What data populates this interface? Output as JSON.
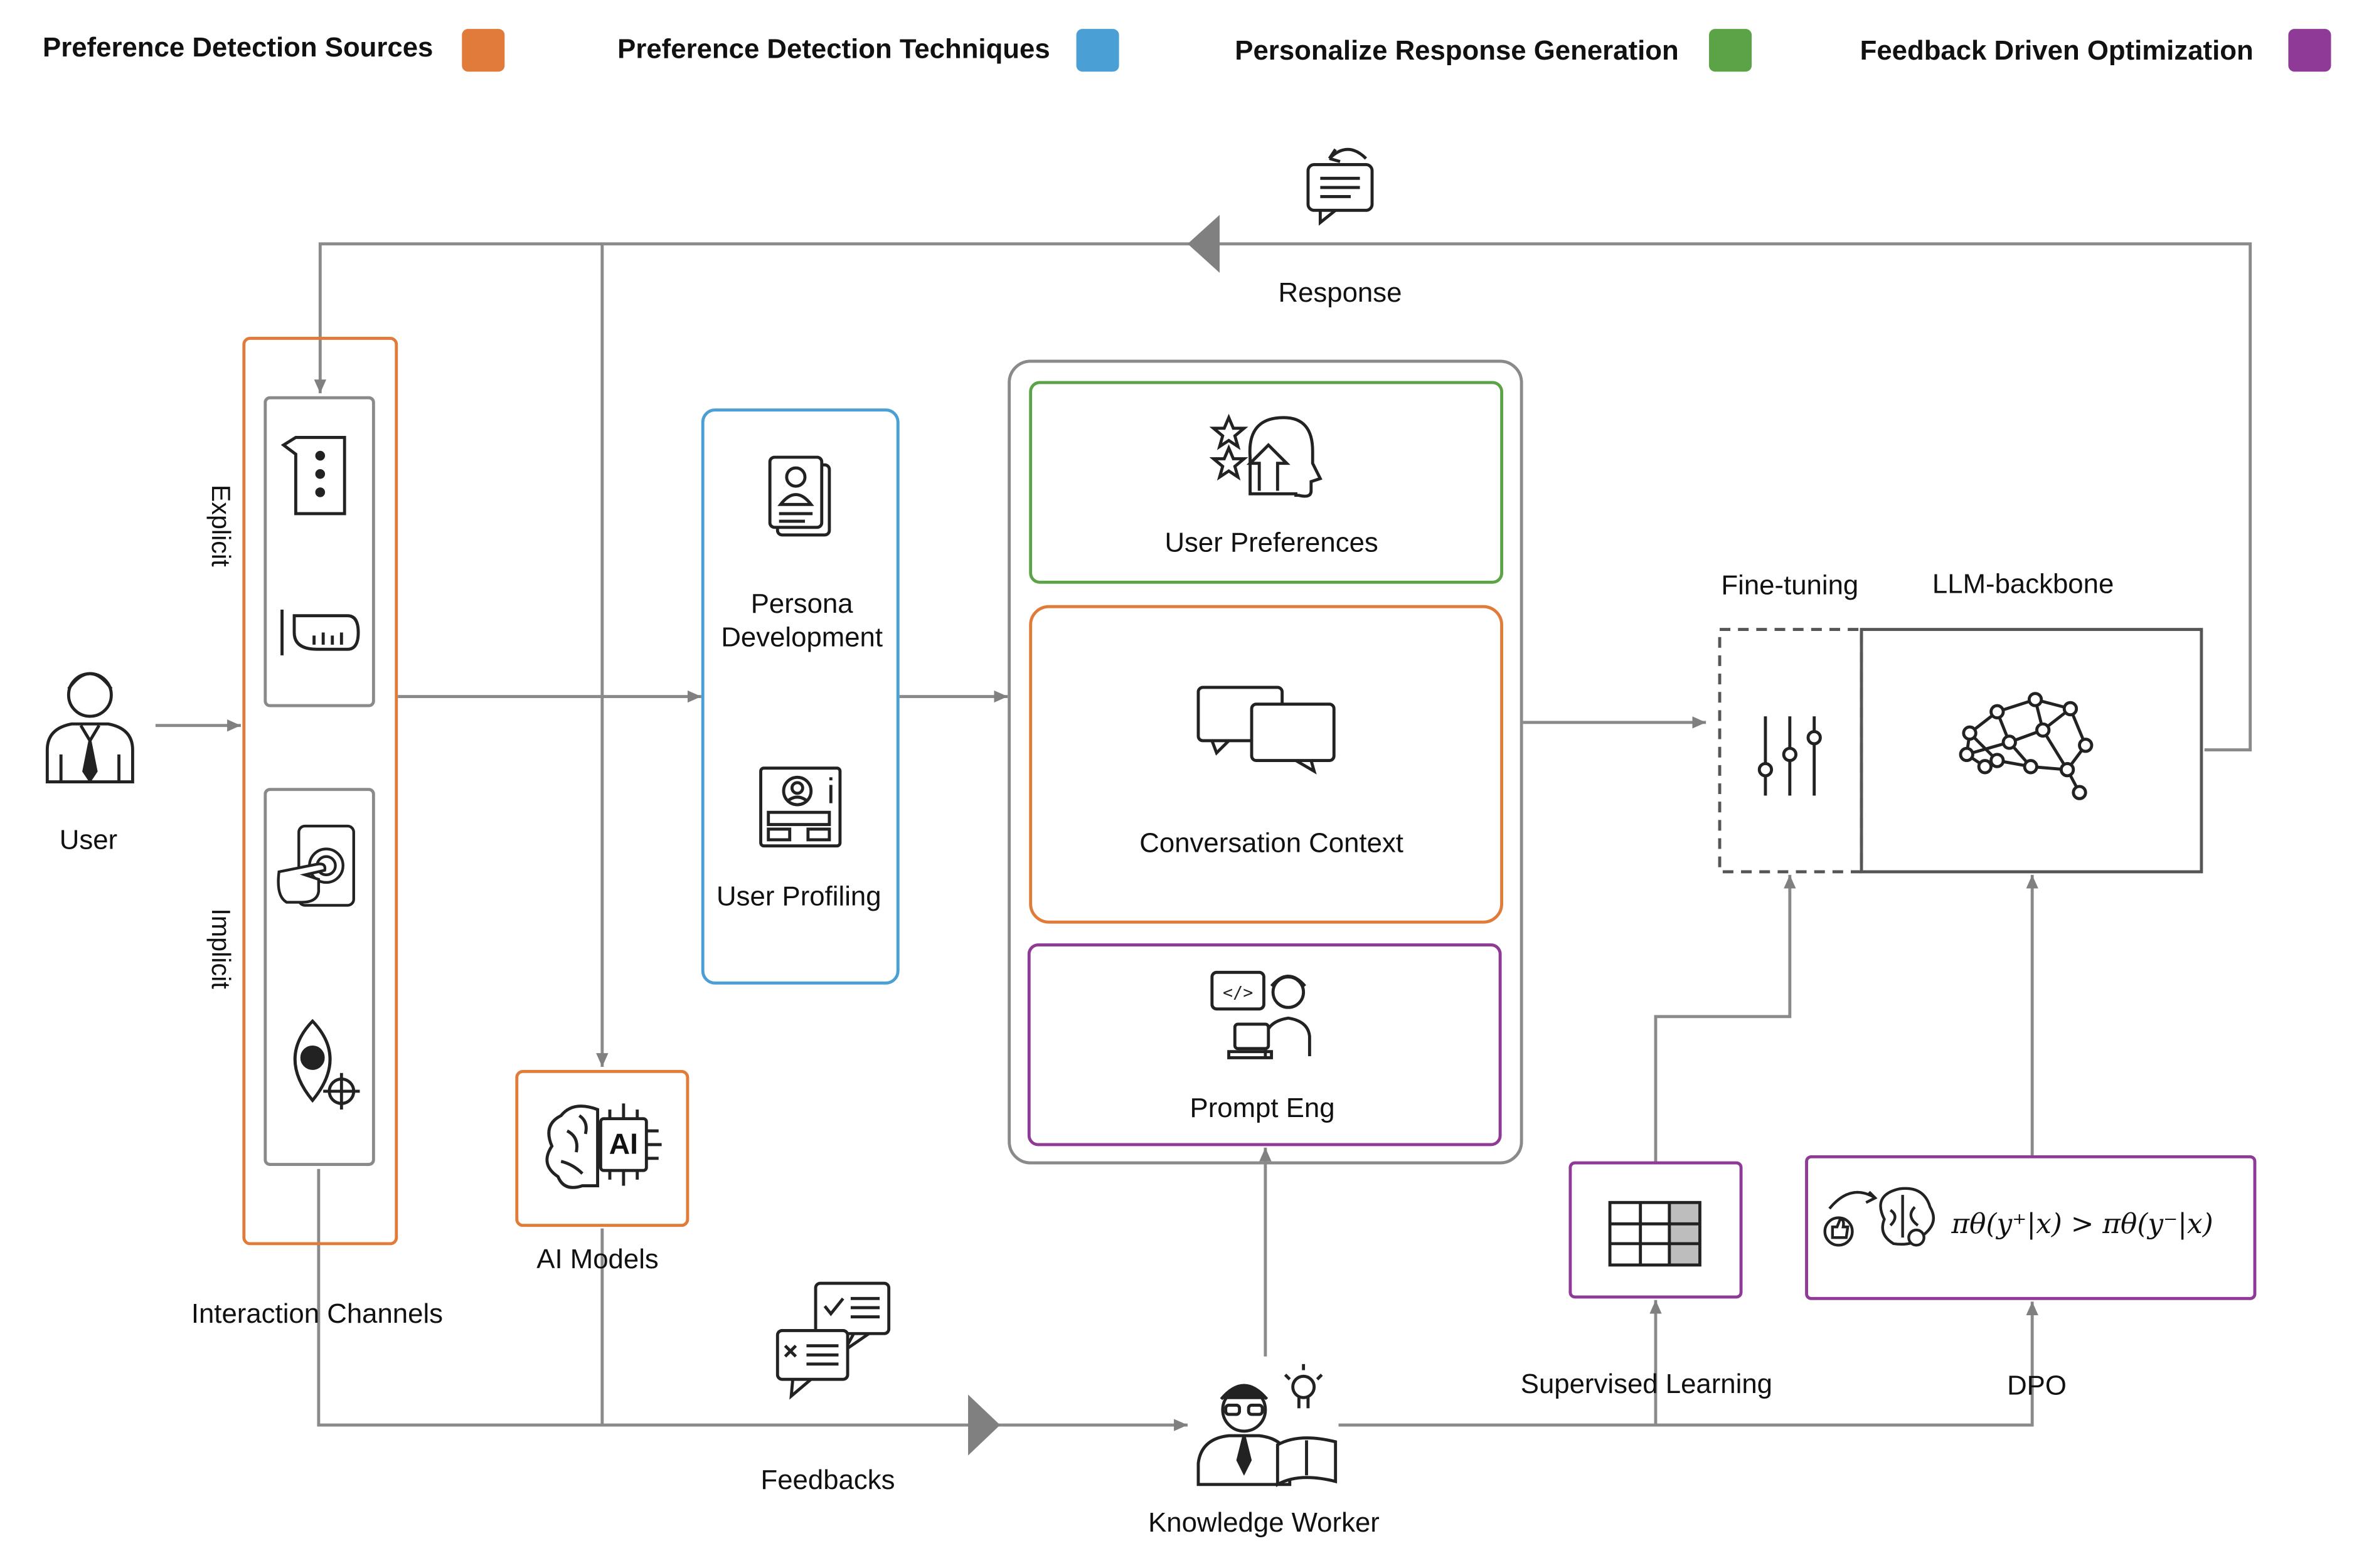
{
  "legend": [
    {
      "label": "Preference Detection Sources",
      "color": "#E07B39"
    },
    {
      "label": "Preference Detection Techniques",
      "color": "#4A9FD5"
    },
    {
      "label": "Personalize Response Generation",
      "color": "#5BA346"
    },
    {
      "label": "Feedback Driven Optimization",
      "color": "#8E3A96"
    }
  ],
  "labels": {
    "response": "Response",
    "user": "User",
    "explicit": "Explicit",
    "implicit": "Implicit",
    "interaction_channels": "Interaction Channels",
    "ai_models": "AI Models",
    "persona_line1": "Persona",
    "persona_line2": "Development",
    "user_profiling": "User Profiling",
    "user_preferences": "User Preferences",
    "conversation_context": "Conversation Context",
    "prompt_eng": "Prompt Eng",
    "fine_tuning": "Fine-tuning",
    "llm_backbone": "LLM-backbone",
    "supervised_learning": "Supervised Learning",
    "dpo": "DPO",
    "feedbacks": "Feedbacks",
    "knowledge_worker": "Knowledge Worker",
    "ai_chip_text": "AI",
    "dpo_formula": "πθ(y⁺|x) > πθ(y⁻|x)"
  },
  "icons": {
    "response": "chat-document-reply-icon",
    "user": "user-icon",
    "chat": "chat-bubble-icon",
    "voice": "voice-wave-icon",
    "touch": "touch-icon",
    "eye": "eye-tracking-icon",
    "ai": "ai-brain-chip-icon",
    "persona": "persona-card-icon",
    "profile": "user-profile-icon",
    "preferences": "head-stars-icon",
    "conversation": "conversation-bubbles-icon",
    "prompt": "prompt-engineer-icon",
    "sliders": "sliders-icon",
    "brain": "neural-network-brain-icon",
    "table": "table-icon",
    "feedback": "feedback-icon",
    "worker": "knowledge-worker-icon"
  }
}
